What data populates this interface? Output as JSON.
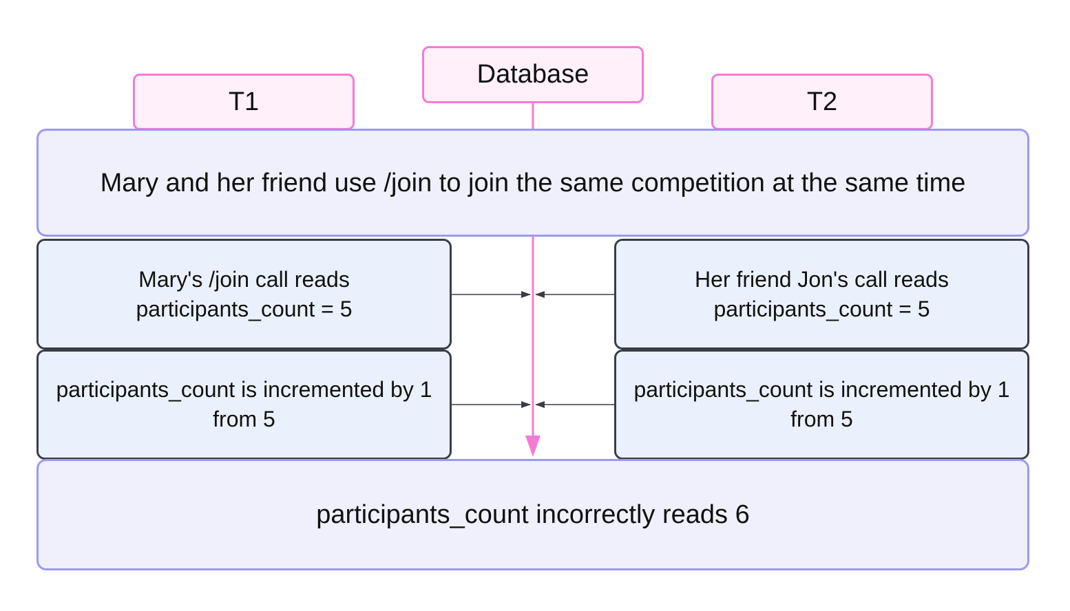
{
  "actors": {
    "t1": "T1",
    "database": "Database",
    "t2": "T2"
  },
  "scenario": {
    "text": "Mary and her friend use /join to join the same competition at the same time"
  },
  "t1_steps": [
    {
      "text": "Mary's /join call reads participants_count = 5"
    },
    {
      "text": "participants_count is incremented by 1 from 5"
    }
  ],
  "t2_steps": [
    {
      "text": "Her friend Jon's call reads participants_count = 5"
    },
    {
      "text": "participants_count is incremented by 1 from 5"
    }
  ],
  "result": {
    "text": "participants_count incorrectly reads 6"
  },
  "colors": {
    "actor_border": "#f57ad6",
    "actor_fill": "#fff0fa",
    "database_line": "#f57ad6",
    "scenario_border": "#9c98f2",
    "step_border": "#3a3d48",
    "step_fill": "#ebf1fc"
  }
}
